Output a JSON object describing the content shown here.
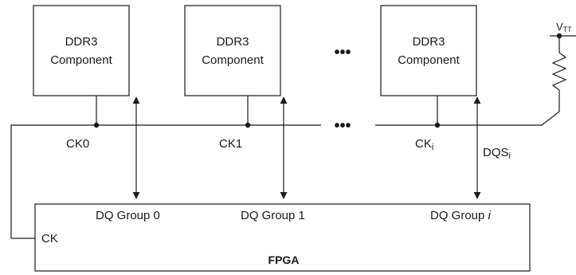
{
  "components": [
    {
      "line1": "DDR3",
      "line2": "Component"
    },
    {
      "line1": "DDR3",
      "line2": "Component"
    },
    {
      "line1": "DDR3",
      "line2": "Component"
    }
  ],
  "ellipsis": "•••",
  "clock_labels": {
    "ck0": "CK0",
    "ck1": "CK1",
    "cki_main": "CK",
    "cki_sub": "i"
  },
  "dqs_label": {
    "main": "DQS",
    "sub": "i"
  },
  "vtt_label": {
    "main": "V",
    "sub": "TT"
  },
  "fpga": {
    "title": "FPGA",
    "ck_label": "CK",
    "groups": [
      {
        "prefix": "DQ Group ",
        "index": "0",
        "index_italic": false
      },
      {
        "prefix": "DQ Group ",
        "index": "1",
        "index_italic": false
      },
      {
        "prefix": "DQ Group ",
        "index": "i",
        "index_italic": true
      }
    ]
  }
}
